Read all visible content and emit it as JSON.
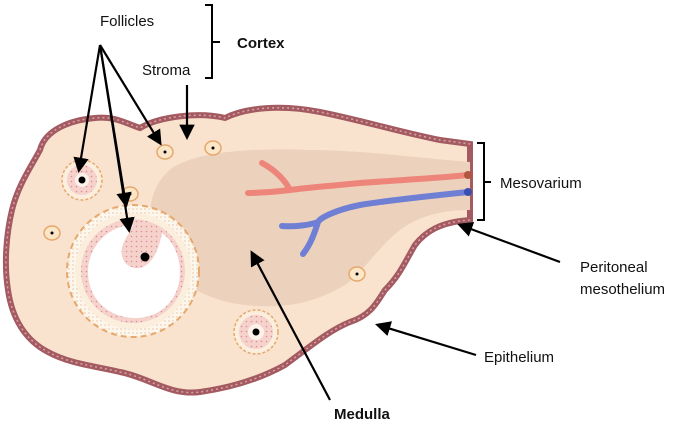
{
  "labels": {
    "follicles": "Follicles",
    "stroma": "Stroma",
    "cortex": "Cortex",
    "mesovarium": "Mesovarium",
    "peritoneal_line1": "Peritoneal",
    "peritoneal_line2": "mesothelium",
    "epithelium": "Epithelium",
    "medulla": "Medulla"
  },
  "colors": {
    "cortex_fill": "#f9e3cf",
    "medulla_fill": "#ecd2bd",
    "epithelium_stroke": "#a35a61",
    "epithelium_inner": "#cf9a9d",
    "artery": "#ee857a",
    "vein": "#6f7fd4",
    "follicle_ring": "#e6a86c",
    "granulosa": "#f3c6c6",
    "theca": "#fbeedc"
  }
}
